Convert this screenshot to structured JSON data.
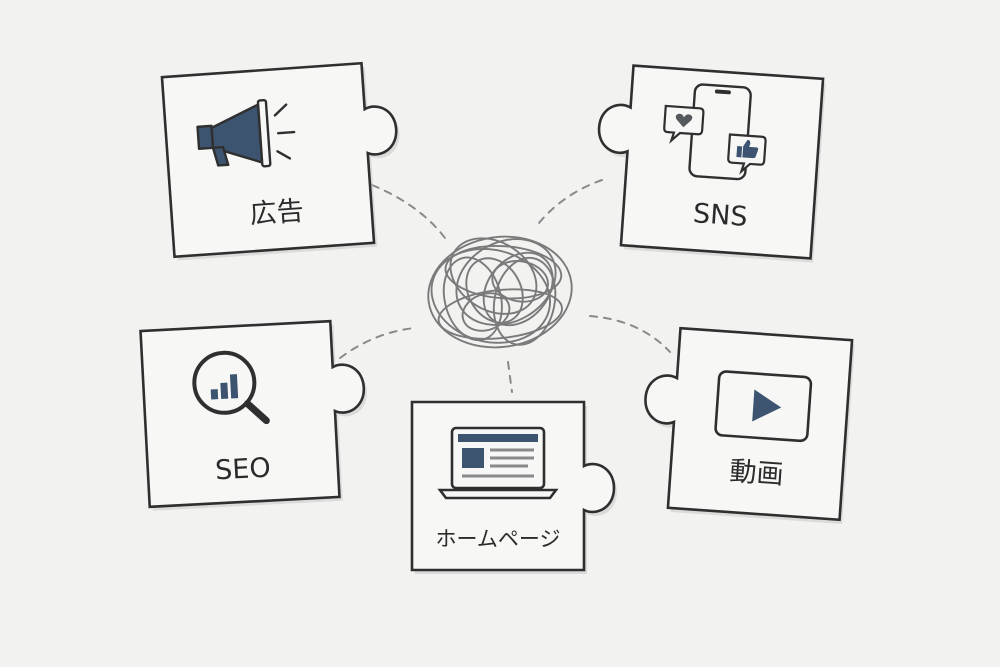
{
  "pieces": [
    {
      "id": "ad",
      "label": "広告",
      "icon": "megaphone-icon"
    },
    {
      "id": "sns",
      "label": "SNS",
      "icon": "smartphone-social-icon"
    },
    {
      "id": "seo",
      "label": "SEO",
      "icon": "magnifier-chart-icon"
    },
    {
      "id": "homepage",
      "label": "ホームページ",
      "icon": "laptop-website-icon"
    },
    {
      "id": "video",
      "label": "動画",
      "icon": "play-button-icon"
    }
  ],
  "center": {
    "icon": "tangled-lines-icon"
  },
  "colors": {
    "background": "#f2f2f1",
    "piece_fill": "#f7f7f6",
    "outline": "#2f2f2f",
    "accent": "#3d5471",
    "connector": "#8a8a8a"
  }
}
